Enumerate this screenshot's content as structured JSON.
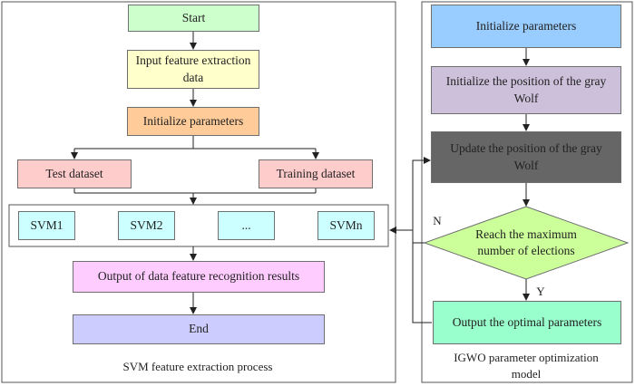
{
  "left_panel": {
    "caption": "SVM feature extraction process",
    "start": "Start",
    "input": "Input feature extraction data",
    "init": "Initialize parameters",
    "test": "Test dataset",
    "train": "Training dataset",
    "svm1": "SVM1",
    "svm2": "SVM2",
    "dots": "...",
    "svmn": "SVMn",
    "output": "Output of data feature recognition results",
    "end": "End"
  },
  "right_panel": {
    "caption": "IGWO parameter optimization model",
    "init": "Initialize parameters",
    "init_pos": "Initialize the position of the gray Wolf",
    "update": "Update the position of the gray Wolf",
    "decision": "Reach the maximum number of elections",
    "output": "Output the optimal parameters",
    "no_label": "N",
    "yes_label": "Y"
  },
  "colors": {
    "start": "#ccffcc",
    "input": "#ffffcc",
    "init": "#ffcc99",
    "dataset": "#ffcccc",
    "svm": "#ccffff",
    "output": "#ffccff",
    "end": "#ccccff",
    "r_init": "#99ccff",
    "r_init_pos": "#ccc0da",
    "r_update": "#666666",
    "r_decision": "#ccff99",
    "r_output": "#99ffcc"
  }
}
